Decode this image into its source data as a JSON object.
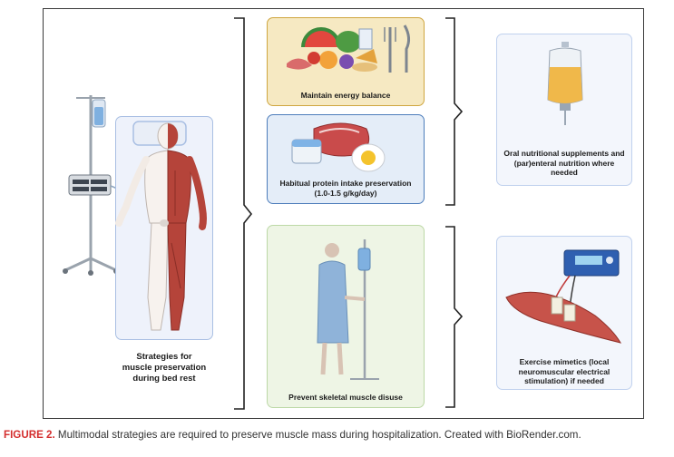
{
  "figure": {
    "main_label_lines": [
      "Strategies for",
      "muscle preservation",
      "during bed rest"
    ],
    "energy_label": "Maintain energy balance",
    "protein_label_lines": [
      "Habitual protein intake preservation",
      "(1.0-1.5 g/kg/day)"
    ],
    "disuse_label": "Prevent skeletal muscle disuse",
    "nutrition_label_lines": [
      "Oral nutritional supplements and",
      "(par)enteral nutrition where",
      "needed"
    ],
    "mimetics_label_lines": [
      "Exercise mimetics (local",
      "neuromuscular electrical",
      "stimulation) if needed"
    ]
  },
  "caption": {
    "prefix": "FIGURE 2.",
    "text": " Multimodal strategies are required to preserve muscle mass during hospitalization. Created with BioRender.com."
  },
  "colors": {
    "bed_panel": "#eef2fb",
    "bed_border": "#a9bfe3",
    "energy_bg": "#f6e9c2",
    "energy_border": "#cfa640",
    "protein_bg": "#e4edf8",
    "protein_border": "#4d7dbb",
    "disuse_bg": "#eef5e5",
    "disuse_border": "#bcd8a6",
    "right_bg": "#f3f6fc",
    "right_border": "#c0d1ee",
    "caption_accent": "#d42e2e"
  }
}
